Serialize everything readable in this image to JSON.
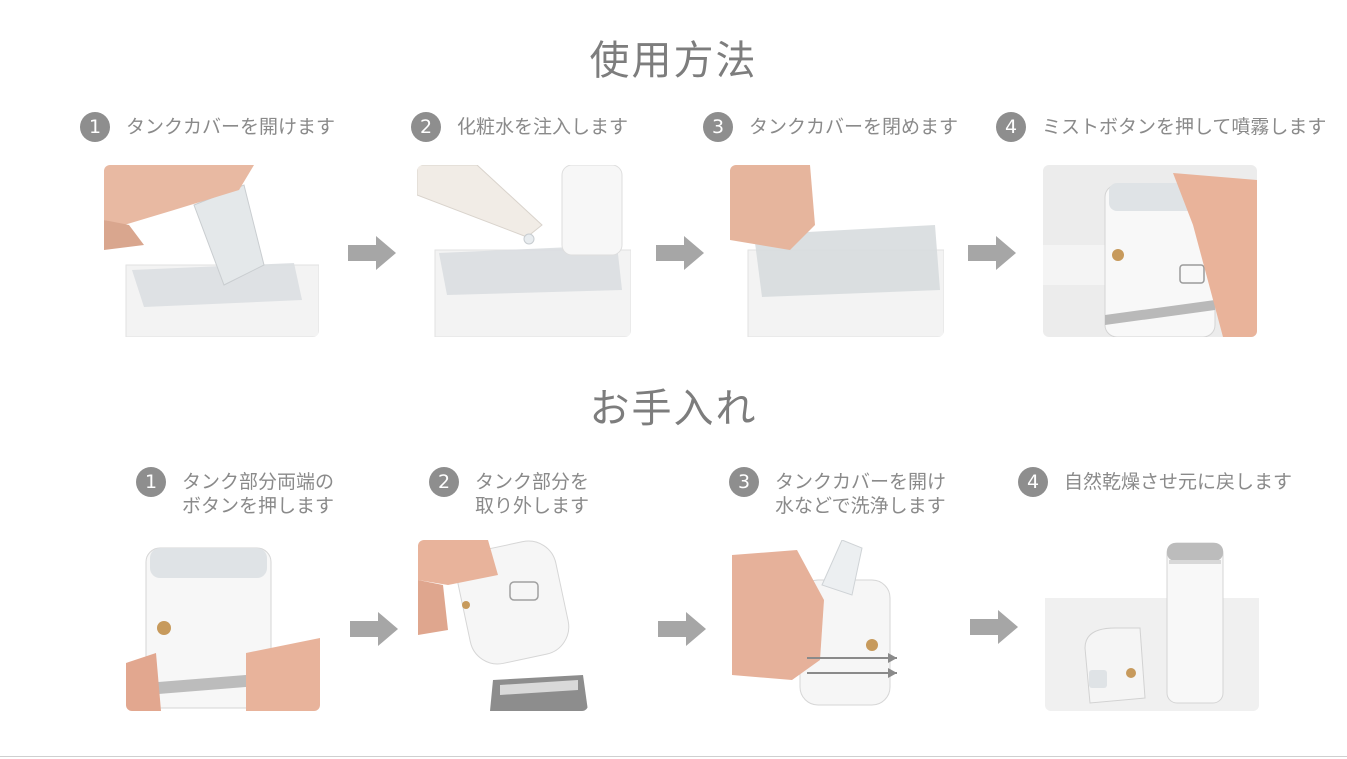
{
  "usage": {
    "title": "使用方法",
    "steps": [
      {
        "num": "1",
        "line1": "タンクカバーを開けます",
        "image": "opening-tank-cover-photo"
      },
      {
        "num": "2",
        "line1": "化粧水を注入します",
        "image": "pouring-lotion-photo"
      },
      {
        "num": "3",
        "line1": "タンクカバーを閉めます",
        "image": "closing-tank-cover-photo"
      },
      {
        "num": "4",
        "line1": "ミストボタンを押して噴霧します",
        "image": "spraying-mist-photo"
      }
    ]
  },
  "care": {
    "title": "お手入れ",
    "steps": [
      {
        "num": "1",
        "line1": "タンク部分両端の",
        "line2": "ボタンを押します",
        "image": "pressing-side-buttons-photo"
      },
      {
        "num": "2",
        "line1": "タンク部分を",
        "line2": "取り外します",
        "image": "removing-tank-photo"
      },
      {
        "num": "3",
        "line1": "タンクカバーを開け",
        "line2": "水などで洗浄します",
        "image": "washing-tank-photo"
      },
      {
        "num": "4",
        "line1": "自然乾燥させ元に戻します",
        "image": "drying-and-reassembling-photo"
      }
    ]
  },
  "colors": {
    "text": "#8a8a8a",
    "badge": "#8e8e8e",
    "arrow": "#a6a6a6",
    "device": "#f4f4f4"
  }
}
